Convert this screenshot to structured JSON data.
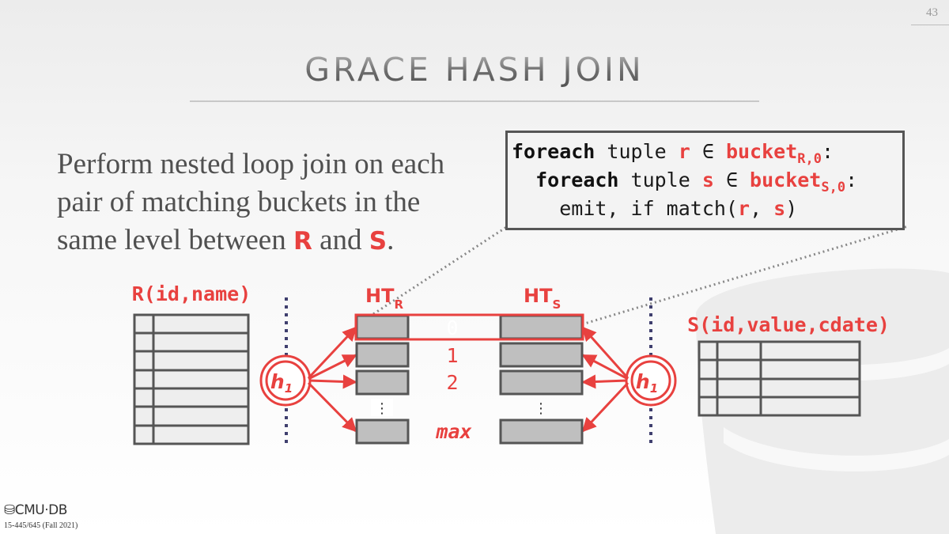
{
  "slide_number": "43",
  "title": "GRACE HASH JOIN",
  "body": {
    "line1": "Perform nested loop join on each",
    "line2": "pair of matching buckets in the",
    "line3_pre": "same level between ",
    "rel_r": "R",
    "line3_mid": " and ",
    "rel_s": "S",
    "line3_end": "."
  },
  "code": {
    "l1_kw": "foreach",
    "l1_a": " tuple ",
    "l1_var": "r",
    "l1_in": " ∈ ",
    "l1_bucket": "bucket",
    "l1_sub": "R,0",
    "l1_end": ":",
    "l2_kw": "foreach",
    "l2_a": " tuple ",
    "l2_var": "s",
    "l2_in": " ∈ ",
    "l2_bucket": "bucket",
    "l2_sub": "S,0",
    "l2_end": ":",
    "l3_a": "emit, if match(",
    "l3_r": "r",
    "l3_comma": ", ",
    "l3_s": "s",
    "l3_end": ")"
  },
  "diagram": {
    "table_r_label": "R(id,name)",
    "table_s_label": "S(id,value,cdate)",
    "ht_r_label": "HT",
    "ht_r_sub": "R",
    "ht_s_label": "HT",
    "ht_s_sub": "S",
    "hash_left": "h",
    "hash_left_sub": "1",
    "hash_right": "h",
    "hash_right_sub": "1",
    "bucket_labels": [
      "0",
      "1",
      "2",
      "max"
    ],
    "ellipsis": "⋮"
  },
  "colors": {
    "accent": "#e8413f",
    "bucket_fill": "#bfbfbf",
    "bucket_stroke": "#555555",
    "dotted": "#3f3f6e"
  },
  "footer": {
    "logo": "CMU·DB",
    "course": "15-445/645 (Fall 2021)"
  }
}
